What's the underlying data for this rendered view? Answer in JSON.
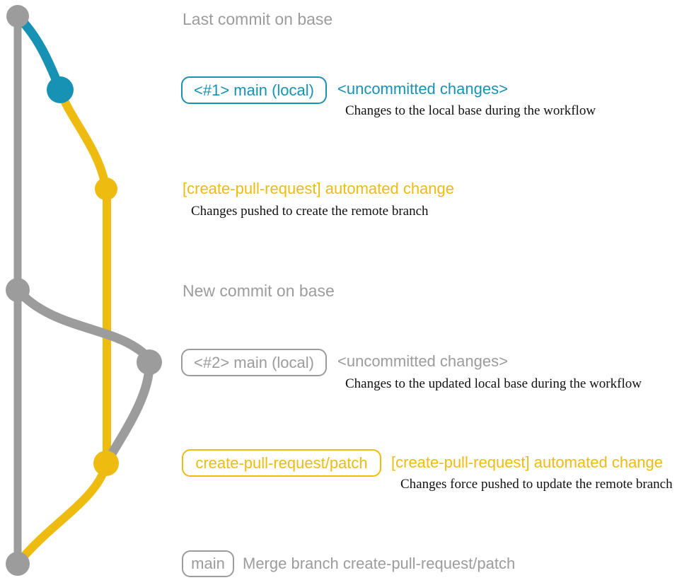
{
  "colors": {
    "gray": "#9c9c9c",
    "teal": "#1792b4",
    "yellow": "#eebb10",
    "ink": "#111111",
    "background": "#ffffff"
  },
  "annotations": {
    "last_commit_heading": "Last commit on base",
    "new_commit_heading": "New commit on base",
    "commit1": {
      "branch_label": "<#1> main (local)",
      "message": "<uncommitted changes>",
      "note": "Changes to the local base during the workflow"
    },
    "commit2": {
      "message": "[create-pull-request] automated change",
      "note": "Changes pushed to create the remote branch"
    },
    "commit3": {
      "branch_label": "<#2> main (local)",
      "message": "<uncommitted changes>",
      "note": "Changes to the updated local base during the workflow"
    },
    "commit4": {
      "branch_label": "create-pull-request/patch",
      "message": "[create-pull-request] automated change",
      "note": "Changes force pushed to update the remote branch"
    },
    "merge": {
      "branch_label": "main",
      "message": "Merge branch create-pull-request/patch"
    }
  }
}
